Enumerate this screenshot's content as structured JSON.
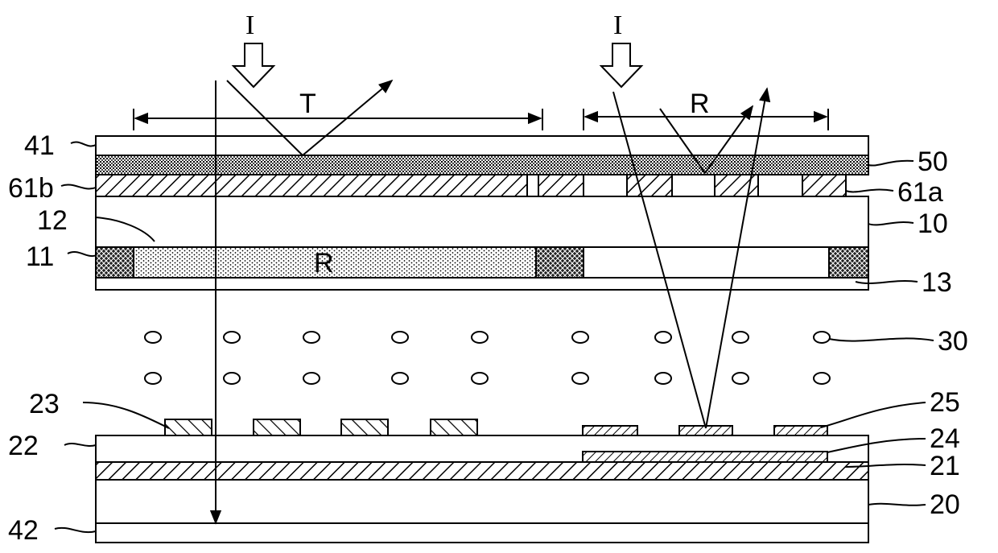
{
  "arrows": {
    "incident_left": "I",
    "incident_right": "I",
    "region_left": "T",
    "region_right": "R"
  },
  "labels": {
    "l41": "41",
    "l61b": "61b",
    "l12": "12",
    "l11": "11",
    "l50": "50",
    "l61a": "61a",
    "l10": "10",
    "l13": "13",
    "l30": "30",
    "l23": "23",
    "l22": "22",
    "l25": "25",
    "l24": "24",
    "l21": "21",
    "l20": "20",
    "l42": "42",
    "filter_r": "R"
  }
}
